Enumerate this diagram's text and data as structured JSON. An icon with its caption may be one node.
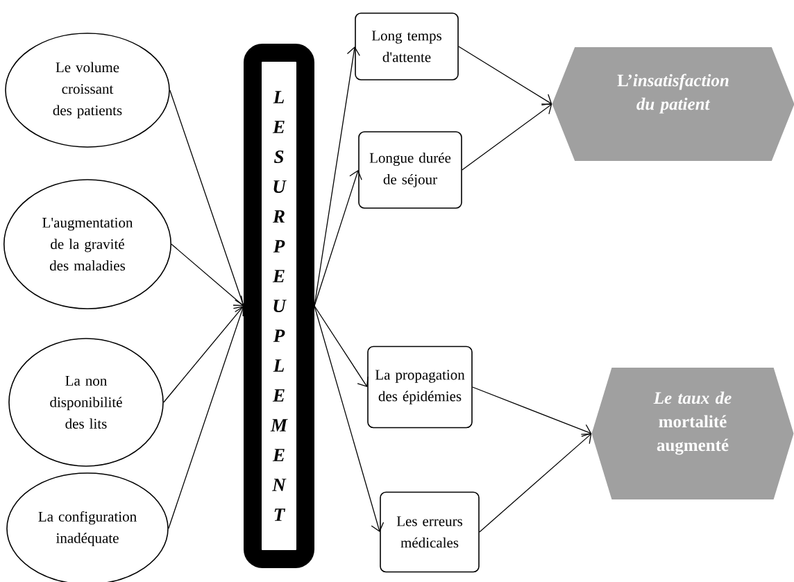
{
  "diagram": {
    "nodes": [
      {
        "text": [
          "Le volume croissant des patients"
        ]
      },
      {
        "text": [
          "L'augmentation de la gravité des maladies"
        ]
      },
      {
        "text": [
          "La non disponibilité des lits"
        ]
      },
      {
        "text": [
          "La configuration inadéquate"
        ]
      },
      {
        "text": [
          "LESURPEUPLEMENT"
        ]
      },
      {
        "text": [
          "Long temps d'attente"
        ]
      },
      {
        "text": [
          "Longue durée de séjour"
        ]
      },
      {
        "text": [
          "La propagation des épidémies"
        ]
      },
      {
        "text": [
          "Les erreurs médicales"
        ]
      },
      {
        "text": [
          "L’*insatisfaction du patient*"
        ]
      },
      {
        "text": [
          "*Le taux de* mortalité augmenté"
        ]
      }
    ],
    "edges": [
      {
        "from": 0,
        "to": 4,
        "arrow": "to"
      },
      {
        "from": 1,
        "to": 4,
        "arrow": "to"
      },
      {
        "from": 2,
        "to": 4,
        "arrow": "to"
      },
      {
        "from": 3,
        "to": 4,
        "arrow": "to"
      },
      {
        "from": 4,
        "to": 5,
        "arrow": "to"
      },
      {
        "from": 4,
        "to": 6,
        "arrow": "to"
      },
      {
        "from": 4,
        "to": 7,
        "arrow": "to"
      },
      {
        "from": 4,
        "to": 8,
        "arrow": "to"
      },
      {
        "from": 5,
        "to": 9,
        "arrow": "to"
      },
      {
        "from": 6,
        "to": 9,
        "arrow": "to"
      },
      {
        "from": 7,
        "to": 10,
        "arrow": "to"
      },
      {
        "from": 8,
        "to": 10,
        "arrow": "to"
      }
    ]
  }
}
